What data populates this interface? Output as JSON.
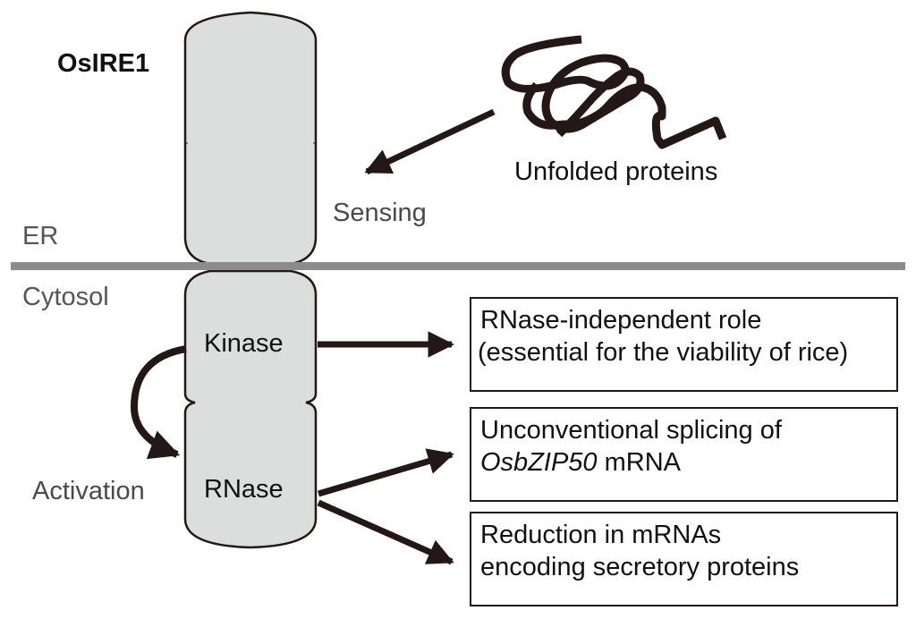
{
  "diagram": {
    "protein_name": "OsIRE1",
    "compartments": {
      "upper": "ER",
      "lower": "Cytosol"
    },
    "domains": {
      "kinase": "Kinase",
      "rnase": "RNase"
    },
    "stimulus": "Unfolded proteins",
    "process_labels": {
      "sensing": "Sensing",
      "activation": "Activation"
    },
    "outcomes": [
      {
        "line1": "RNase-independent role",
        "line2": "(essential for the viability of rice)",
        "source": "Kinase"
      },
      {
        "line1": "Unconventional splicing of",
        "line2_italic": "OsbZIP50",
        "line2_rest": " mRNA",
        "source": "RNase"
      },
      {
        "line1": "Reduction in mRNAs",
        "line2": "encoding secretory proteins",
        "source": "RNase"
      }
    ],
    "colors": {
      "protein_fill": "#dcdddd",
      "outline": "#231815",
      "membrane": "#8c8c8c",
      "label_gray": "#4a4a4a"
    }
  }
}
